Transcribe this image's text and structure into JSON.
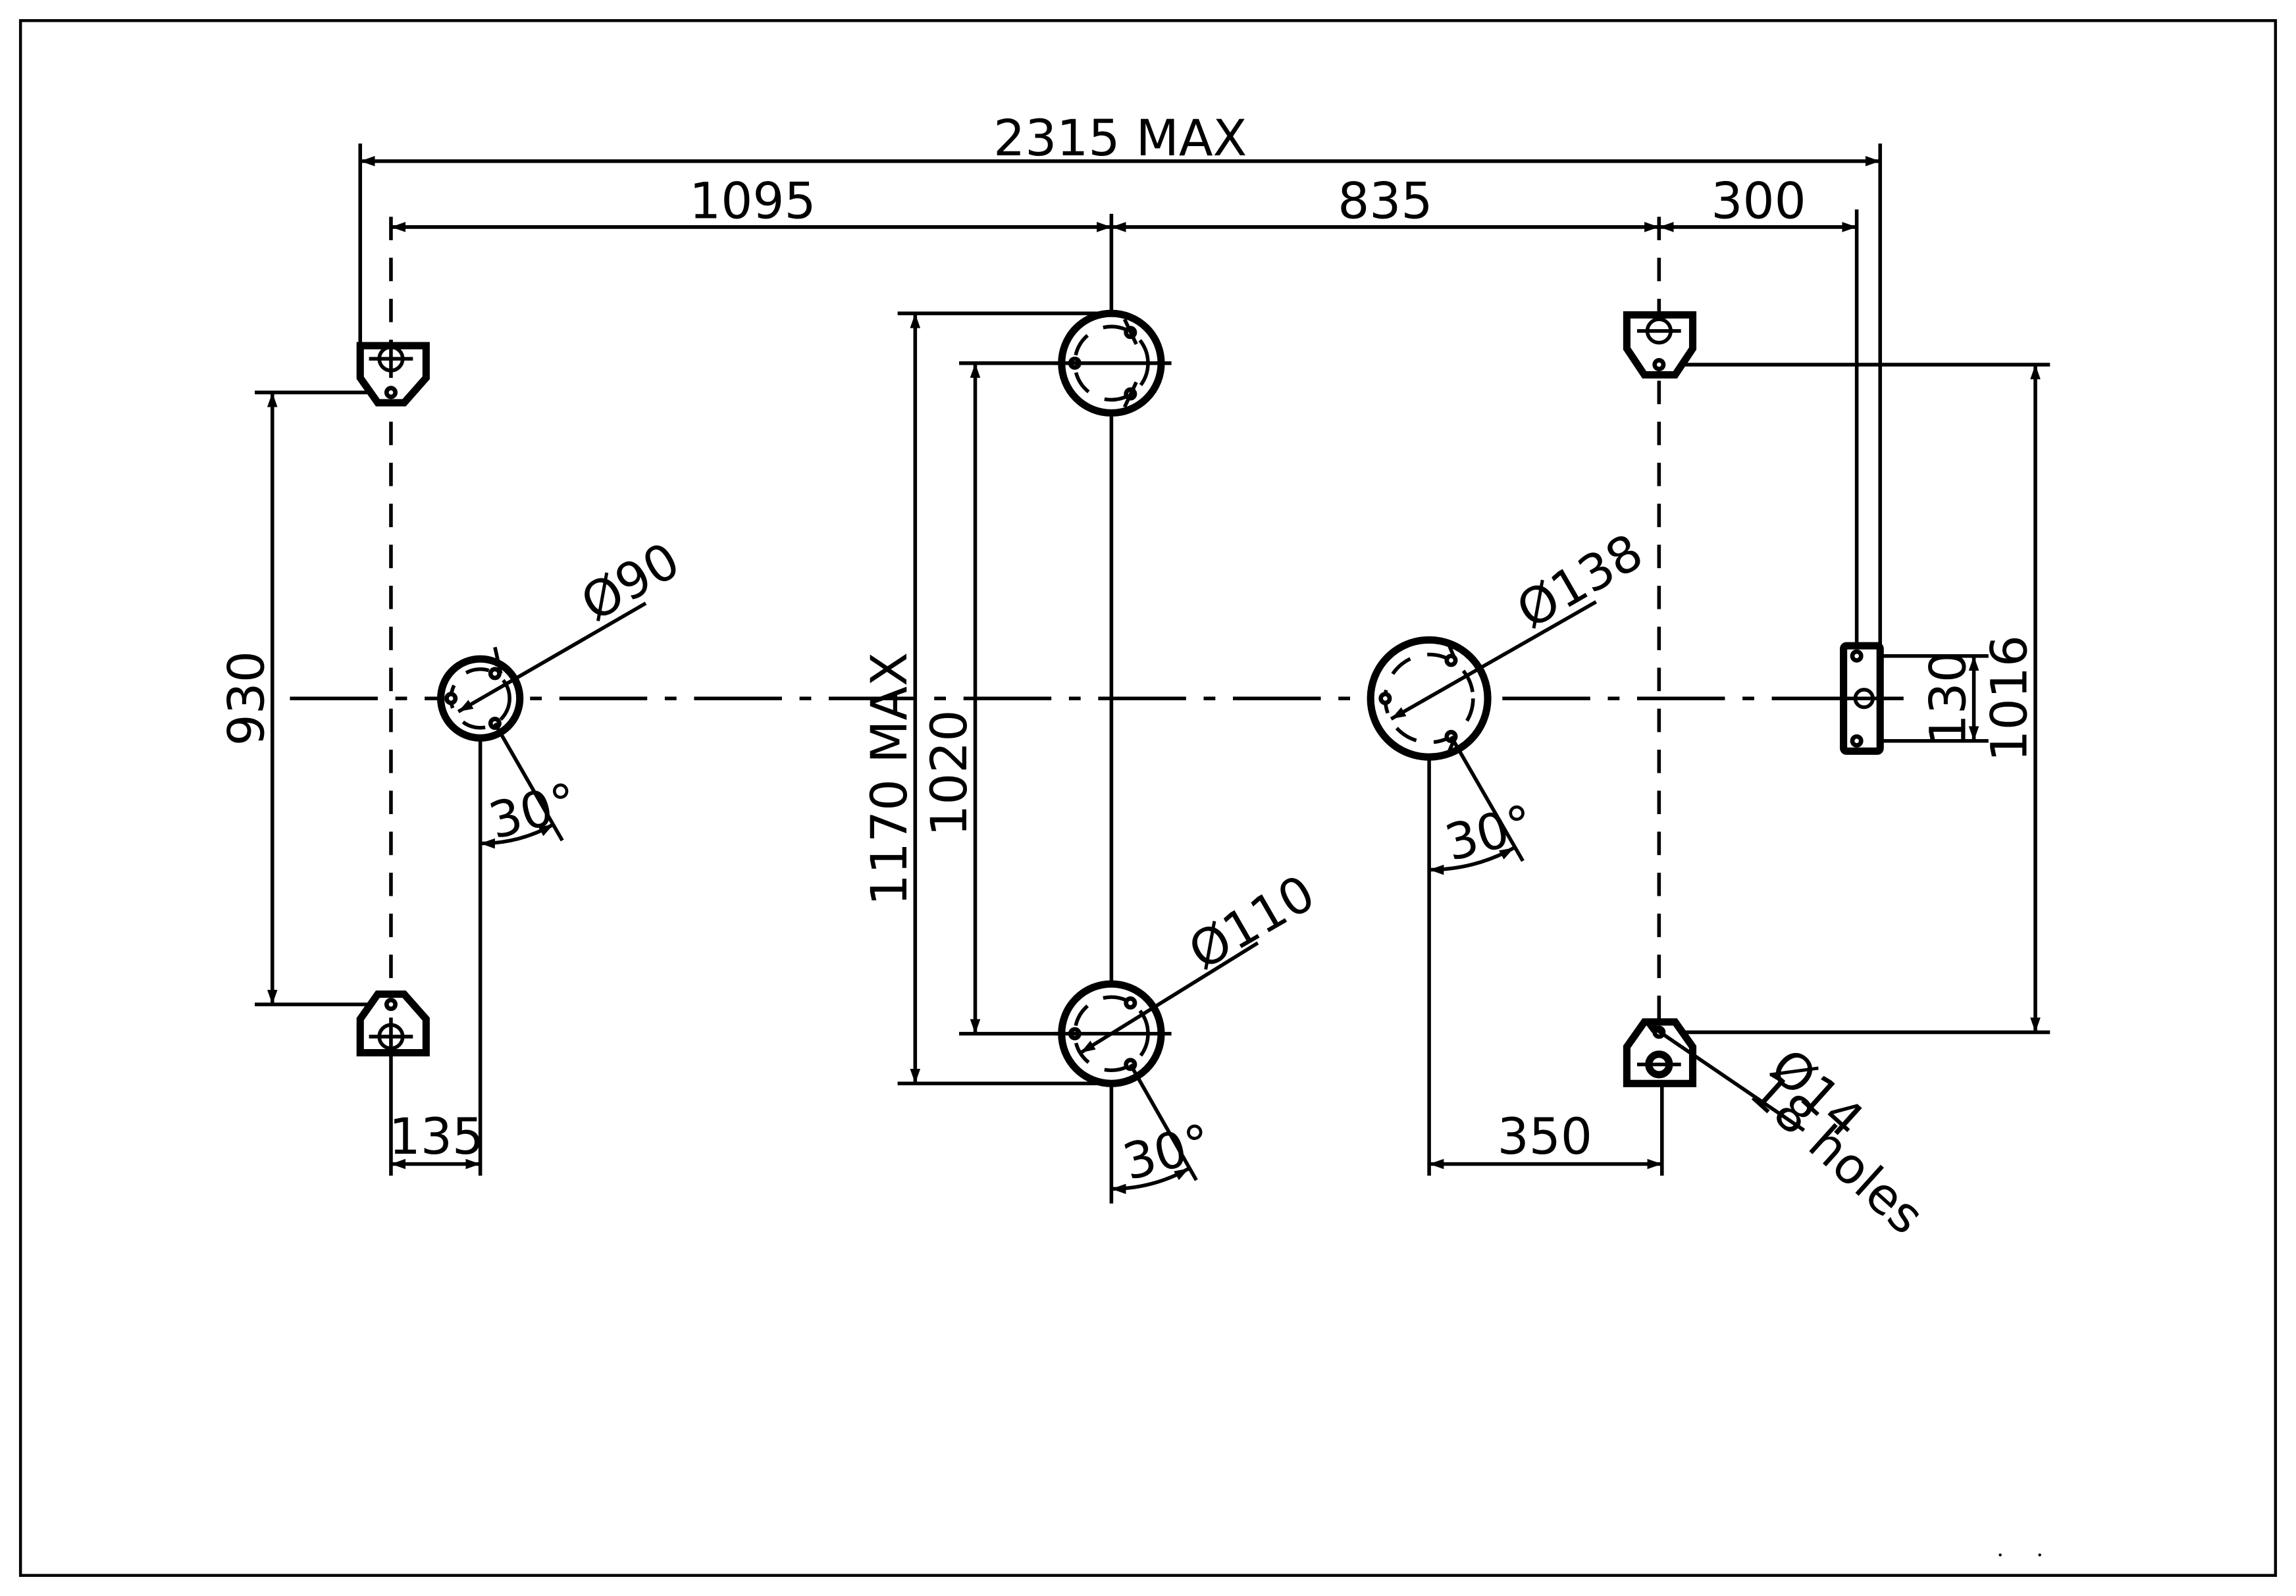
{
  "drawing": {
    "dimensions": {
      "overall_width": "2315 MAX",
      "left_to_middle": "1095",
      "middle_to_right": "835",
      "right_offset": "300",
      "left_pads_spacing": "930",
      "overall_depth": "1170 MAX",
      "middle_pads_spacing": "1020",
      "clip_height": "130",
      "right_pads_spacing": "1016",
      "left_foot_offset": "135",
      "right_foot_offset": "350"
    },
    "callouts": {
      "left_foot_diameter": "Ø90",
      "right_foot_diameter": "Ø138",
      "middle_foot_diameter": "Ø110",
      "hole_diameter": "Ø14",
      "hole_count": "18 holes",
      "angle_left": "30°",
      "angle_right": "30°",
      "angle_middle": "30°"
    }
  }
}
